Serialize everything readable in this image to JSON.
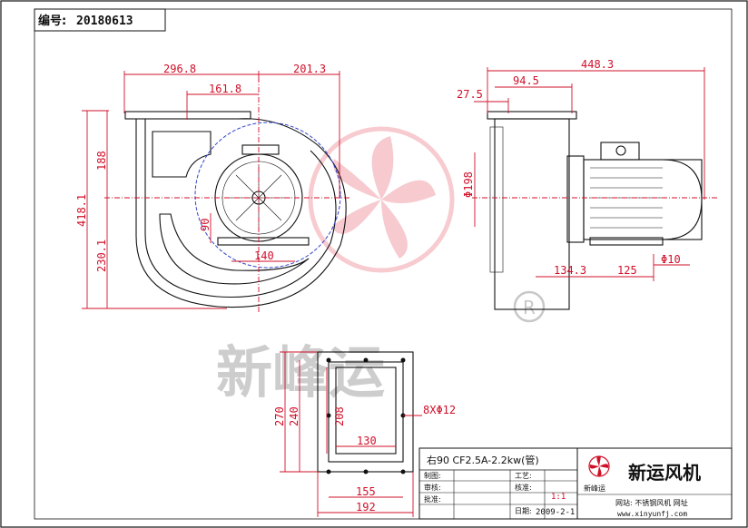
{
  "header": {
    "code_label": "编号:",
    "code_value": "20180613"
  },
  "dimensions": {
    "top_width_left": "296.8",
    "top_width_right": "201.3",
    "inlet_offset": "161.8",
    "total_height": "418.1",
    "upper_height": "188",
    "lower_height": "230.1",
    "outlet_small": "90",
    "base_width": "140",
    "side_overall": "448.3",
    "side_a": "94.5",
    "side_b": "27.5",
    "side_dia": "Φ198",
    "side_c": "134.3",
    "side_d": "125",
    "side_hole": "Φ10",
    "flange_h1": "270",
    "flange_h2": "240",
    "flange_h3": "208",
    "flange_w1": "130",
    "flange_w2": "155",
    "flange_w3": "192",
    "flange_holes": "8XΦ12"
  },
  "watermark": {
    "text": "新峰运",
    "registered": "R"
  },
  "title_block": {
    "model": "右90 CF2.5A-2.2kw(管)",
    "brand_small": "新峰运",
    "brand_large": "新运风机",
    "row_labels": [
      "制图:",
      "审核:",
      "批准:"
    ],
    "process_label": "工艺:",
    "check_label": "核准:",
    "scale_value": "1:1",
    "date_label": "日期:",
    "date_value": "2009-2-1",
    "website_line": "网站: 不锈钢风机 网址",
    "url": "www.xinyunfj.com"
  },
  "colors": {
    "dimension": "#d0102a",
    "outline": "#111111",
    "hidden": "#3344cc",
    "watermark": "#c8c8c8"
  }
}
